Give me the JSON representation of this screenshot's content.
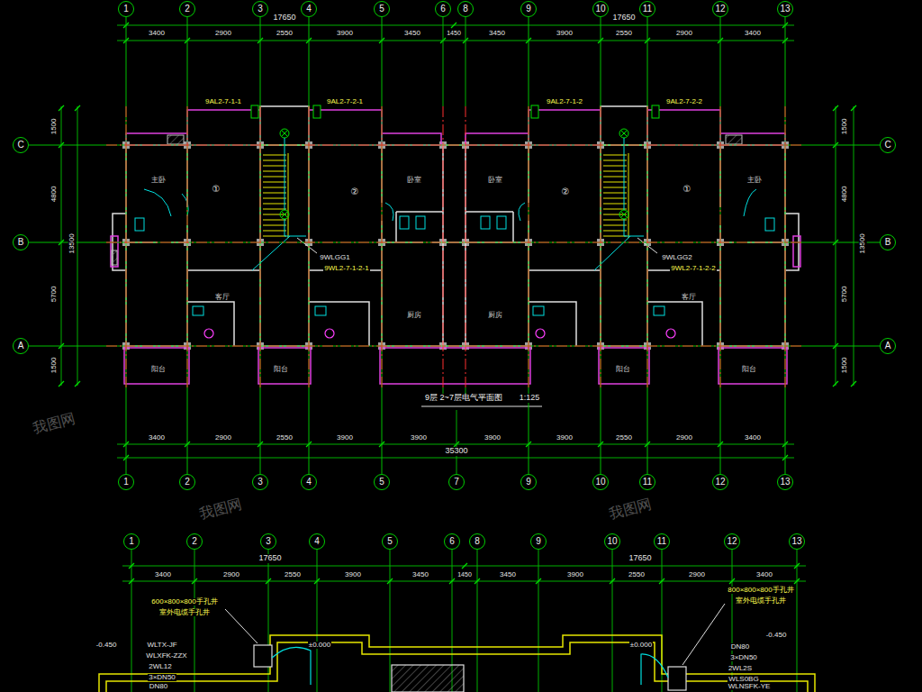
{
  "diagram": {
    "title": "9层 2~7层电气平面图",
    "nodes": [
      {
        "text": [
          "1"
        ]
      },
      {
        "text": [
          "2"
        ]
      },
      {
        "text": [
          "3"
        ]
      },
      {
        "text": [
          "4"
        ]
      },
      {
        "text": [
          "5"
        ]
      },
      {
        "text": [
          "6"
        ]
      },
      {
        "text": [
          "8"
        ]
      },
      {
        "text": [
          "9"
        ]
      },
      {
        "text": [
          "10"
        ]
      },
      {
        "text": [
          "11"
        ]
      },
      {
        "text": [
          "12"
        ]
      },
      {
        "text": [
          "13"
        ]
      },
      {
        "text": [
          "C"
        ]
      },
      {
        "text": [
          "B"
        ]
      },
      {
        "text": [
          "A"
        ]
      },
      {
        "text": [
          "C"
        ]
      },
      {
        "text": [
          "B"
        ]
      },
      {
        "text": [
          "A"
        ]
      },
      {
        "text": [
          "1"
        ]
      },
      {
        "text": [
          "2"
        ]
      },
      {
        "text": [
          "3"
        ]
      },
      {
        "text": [
          "4"
        ]
      },
      {
        "text": [
          "5"
        ]
      },
      {
        "text": [
          "7"
        ]
      },
      {
        "text": [
          "9"
        ]
      },
      {
        "text": [
          "10"
        ]
      },
      {
        "text": [
          "11"
        ]
      },
      {
        "text": [
          "12"
        ]
      },
      {
        "text": [
          "13"
        ]
      },
      {
        "text": [
          "1"
        ]
      },
      {
        "text": [
          "2"
        ]
      },
      {
        "text": [
          "3"
        ]
      },
      {
        "text": [
          "4"
        ]
      },
      {
        "text": [
          "5"
        ]
      },
      {
        "text": [
          "6"
        ]
      },
      {
        "text": [
          "8"
        ]
      },
      {
        "text": [
          "9"
        ]
      },
      {
        "text": [
          "10"
        ]
      },
      {
        "text": [
          "11"
        ]
      },
      {
        "text": [
          "12"
        ]
      },
      {
        "text": [
          "13"
        ]
      }
    ],
    "edges": [
      {
        "from": 0,
        "to": 18,
        "arrow": "none"
      },
      {
        "from": 1,
        "to": 19,
        "arrow": "none"
      },
      {
        "from": 2,
        "to": 20,
        "arrow": "none"
      },
      {
        "from": 3,
        "to": 21,
        "arrow": "none"
      },
      {
        "from": 4,
        "to": 22,
        "arrow": "none"
      },
      {
        "from": 7,
        "to": 24,
        "arrow": "none"
      },
      {
        "from": 8,
        "to": 25,
        "arrow": "none"
      },
      {
        "from": 9,
        "to": 26,
        "arrow": "none"
      },
      {
        "from": 10,
        "to": 27,
        "arrow": "none"
      },
      {
        "from": 11,
        "to": 28,
        "arrow": "none"
      },
      {
        "from": 12,
        "to": 15,
        "arrow": "none"
      },
      {
        "from": 13,
        "to": 16,
        "arrow": "none"
      },
      {
        "from": 14,
        "to": 17,
        "arrow": "none"
      }
    ],
    "labels": [
      "17650",
      "17650",
      "3400",
      "2900",
      "2550",
      "3900",
      "3450",
      "1450",
      "3450",
      "3900",
      "2550",
      "2900",
      "3400",
      "9AL2-7-1-1",
      "9AL2-7-2-1",
      "9AL2-7-1-2",
      "9AL2-7-2-2",
      "①",
      "②",
      "②",
      "①",
      "主卧",
      "主卧",
      "卧室",
      "卧室",
      "客厅",
      "客厅",
      "厨房",
      "厨房",
      "阳台",
      "阳台",
      "阳台",
      "阳台",
      "9WLGG1",
      "9WL2-7-1-2-1",
      "9WLGG2",
      "9WL2-7-1-2-2",
      "1:125",
      "3400",
      "2900",
      "2550",
      "3900",
      "3900",
      "3900",
      "3900",
      "2550",
      "2900",
      "3400",
      "35300",
      "1500",
      "4800",
      "5700",
      "1500",
      "13500",
      "1500",
      "4800",
      "5700",
      "1500",
      "13500",
      "我图网",
      "我图网",
      "我图网",
      "17650",
      "17650",
      "3400",
      "2900",
      "2550",
      "3900",
      "3450",
      "1450",
      "3450",
      "3900",
      "2550",
      "2900",
      "3400",
      "600×800×800手孔井",
      "室外电缆手孔井",
      "WLTX-JF",
      "WLXFK-ZZX",
      "2WL12",
      "3×DN50",
      "DN80",
      "800×800×800手孔井",
      "室外电缆手孔井",
      "DN80",
      "3×DN50",
      "2WL2S",
      "WLS0BG",
      "WLNSFK-YE",
      "-0.450",
      "±0.000",
      "±0.000",
      "-0.450"
    ]
  }
}
